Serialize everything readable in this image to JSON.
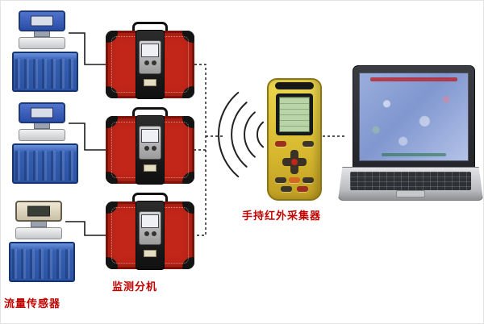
{
  "labels": {
    "flow_sensor": "流量传感器",
    "monitor_unit": "监测分机",
    "handheld_collector": "手持红外采集器"
  },
  "diagram": {
    "flow_sensor_count": 3,
    "monitor_unit_count": 3,
    "wireless_arc_count": 4,
    "devices": [
      "flow-sensor",
      "monitor-sub-machine",
      "handheld-infrared-collector",
      "laptop"
    ]
  },
  "colors": {
    "label_red": "#c00500",
    "case_red": "#c22619",
    "tank_blue": "#2b53a4",
    "handheld_yellow": "#ddbe33",
    "lcd_green": "#b9d4a6",
    "laptop_screen_blue": "#8ba0d4",
    "background": "#ffffff"
  }
}
